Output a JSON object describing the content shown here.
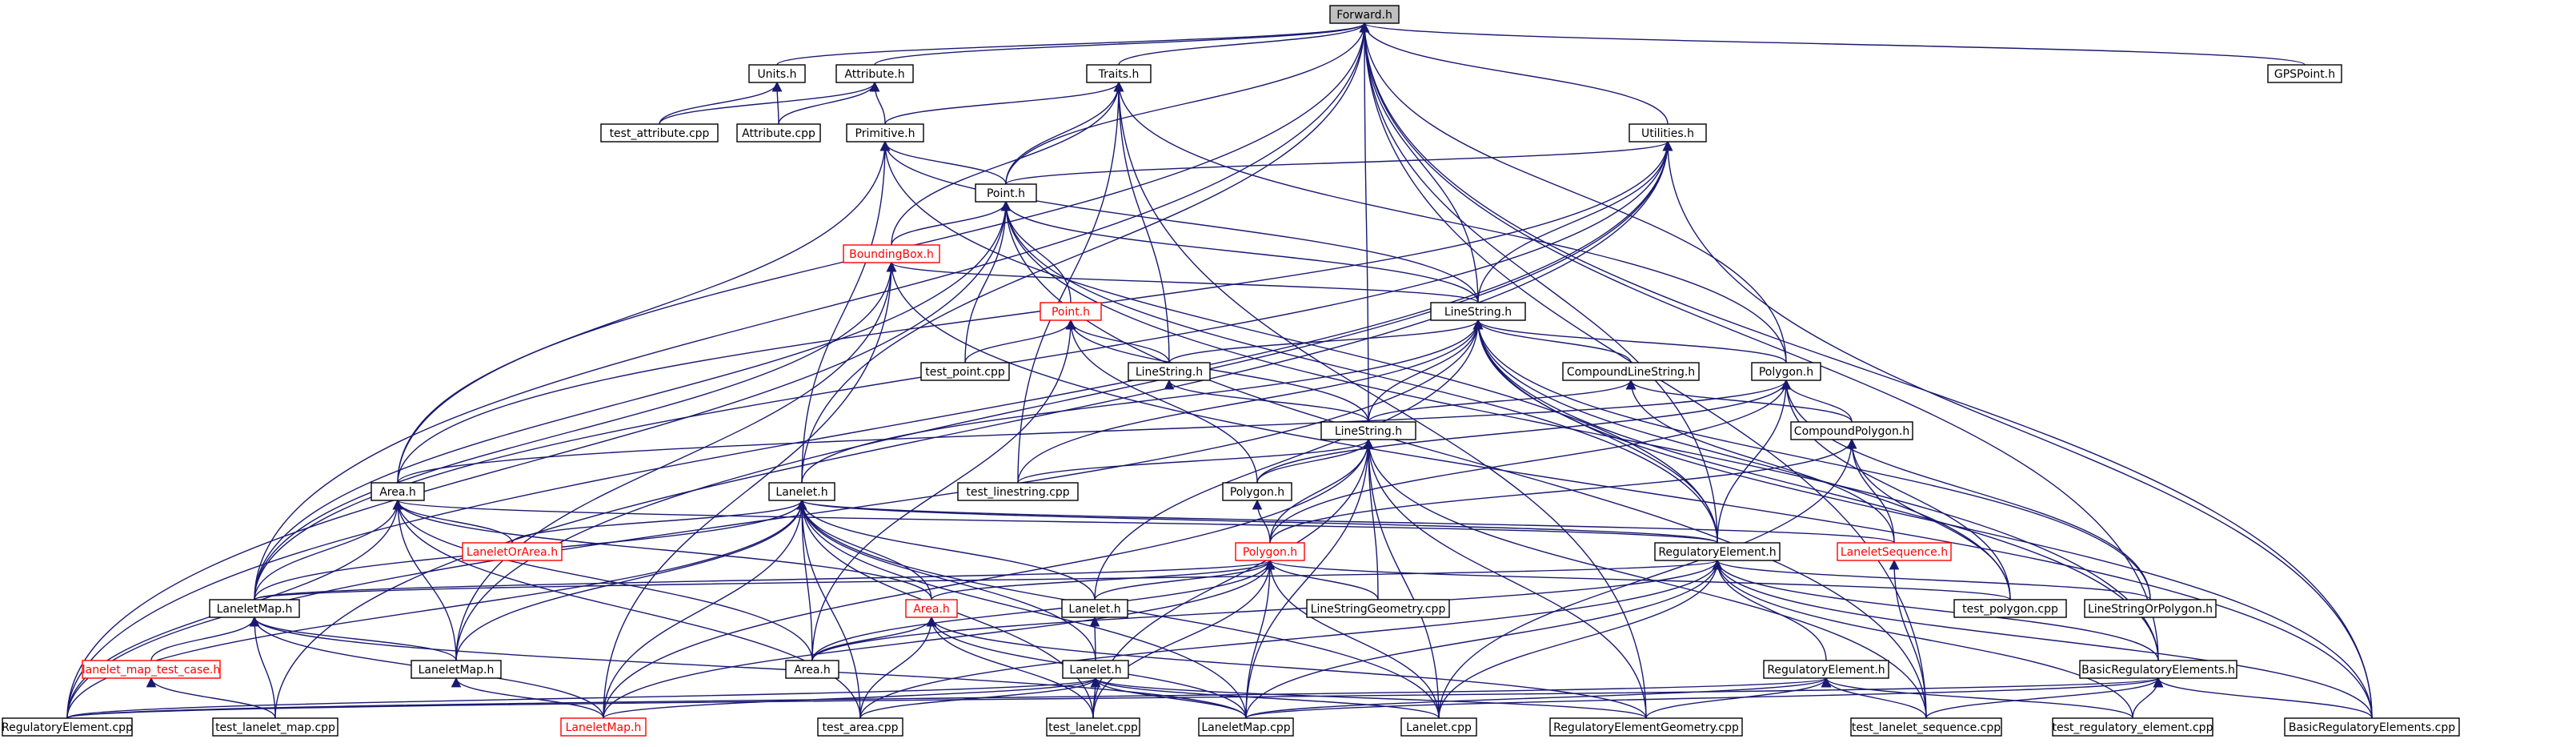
{
  "graph": {
    "nodes": [
      {
        "id": "forward_h",
        "label": "Forward.h",
        "focus": true
      },
      {
        "id": "units_h",
        "label": "Units.h"
      },
      {
        "id": "attribute_h",
        "label": "Attribute.h"
      },
      {
        "id": "traits_h",
        "label": "Traits.h"
      },
      {
        "id": "gpspoint_h",
        "label": "GPSPoint.h"
      },
      {
        "id": "test_attribute_cpp",
        "label": "test_attribute.cpp"
      },
      {
        "id": "attribute_cpp",
        "label": "Attribute.cpp"
      },
      {
        "id": "primitive_h",
        "label": "Primitive.h"
      },
      {
        "id": "utilities_h",
        "label": "Utilities.h"
      },
      {
        "id": "point_h",
        "label": "Point.h"
      },
      {
        "id": "boundingbox_h",
        "label": "BoundingBox.h",
        "red": true
      },
      {
        "id": "point_h_red",
        "label": "Point.h",
        "red": true
      },
      {
        "id": "linestring_h",
        "label": "LineString.h"
      },
      {
        "id": "test_point_cpp",
        "label": "test_point.cpp"
      },
      {
        "id": "linestring_h2",
        "label": "LineString.h"
      },
      {
        "id": "compoundlinestring_h",
        "label": "CompoundLineString.h"
      },
      {
        "id": "polygon_h",
        "label": "Polygon.h"
      },
      {
        "id": "linestring_h3",
        "label": "LineString.h"
      },
      {
        "id": "compoundpolygon_h",
        "label": "CompoundPolygon.h"
      },
      {
        "id": "test_linestring_cpp",
        "label": "test_linestring.cpp"
      },
      {
        "id": "polygon_h2",
        "label": "Polygon.h"
      },
      {
        "id": "area_h",
        "label": "Area.h"
      },
      {
        "id": "lanelet_h",
        "label": "Lanelet.h"
      },
      {
        "id": "laneletorarea_h",
        "label": "LaneletOrArea.h",
        "red": true
      },
      {
        "id": "regulatoryelement_h",
        "label": "RegulatoryElement.h"
      },
      {
        "id": "laneletsequence_h",
        "label": "LaneletSequence.h",
        "red": true
      },
      {
        "id": "polygon_h_red",
        "label": "Polygon.h",
        "red": true
      },
      {
        "id": "laneletmap_h",
        "label": "LaneletMap.h"
      },
      {
        "id": "area_h_red",
        "label": "Area.h",
        "red": true
      },
      {
        "id": "lanelet_h2",
        "label": "Lanelet.h"
      },
      {
        "id": "linestringgeometry_cpp",
        "label": "LineStringGeometry.cpp"
      },
      {
        "id": "test_polygon_cpp",
        "label": "test_polygon.cpp"
      },
      {
        "id": "linestringorpolygon_h",
        "label": "LineStringOrPolygon.h"
      },
      {
        "id": "lanelet_map_test_case_h",
        "label": "lanelet_map_test_case.h",
        "red": true
      },
      {
        "id": "laneletmap_h2",
        "label": "LaneletMap.h"
      },
      {
        "id": "area_h2",
        "label": "Area.h"
      },
      {
        "id": "lanelet_h3",
        "label": "Lanelet.h"
      },
      {
        "id": "regulatoryelement_h2",
        "label": "RegulatoryElement.h"
      },
      {
        "id": "basicregulatoryelements_h",
        "label": "BasicRegulatoryElements.h"
      },
      {
        "id": "regulatoryelement_cpp",
        "label": "RegulatoryElement.cpp"
      },
      {
        "id": "test_lanelet_map_cpp",
        "label": "test_lanelet_map.cpp"
      },
      {
        "id": "laneletmap_h_red",
        "label": "LaneletMap.h",
        "red": true
      },
      {
        "id": "test_area_cpp",
        "label": "test_area.cpp"
      },
      {
        "id": "test_lanelet_cpp",
        "label": "test_lanelet.cpp"
      },
      {
        "id": "laneletmap_cpp",
        "label": "LaneletMap.cpp"
      },
      {
        "id": "lanelet_cpp",
        "label": "Lanelet.cpp"
      },
      {
        "id": "regulatoryelementgeometry_cpp",
        "label": "RegulatoryElementGeometry.cpp"
      },
      {
        "id": "test_lanelet_sequence_cpp",
        "label": "test_lanelet_sequence.cpp"
      },
      {
        "id": "test_regulatory_element_cpp",
        "label": "test_regulatory_element.cpp"
      },
      {
        "id": "basicregulatoryelements_cpp",
        "label": "BasicRegulatoryElements.cpp"
      }
    ],
    "edges": [
      [
        "forward_h",
        "units_h"
      ],
      [
        "forward_h",
        "attribute_h"
      ],
      [
        "forward_h",
        "traits_h"
      ],
      [
        "forward_h",
        "gpspoint_h"
      ],
      [
        "forward_h",
        "utilities_h"
      ],
      [
        "forward_h",
        "point_h"
      ],
      [
        "forward_h",
        "linestring_h"
      ],
      [
        "forward_h",
        "polygon_h"
      ],
      [
        "forward_h",
        "linestring_h3"
      ],
      [
        "forward_h",
        "area_h"
      ],
      [
        "forward_h",
        "lanelet_h"
      ],
      [
        "forward_h",
        "regulatoryelement_h"
      ],
      [
        "forward_h",
        "laneletmap_h"
      ],
      [
        "forward_h",
        "basicregulatoryelements_h"
      ],
      [
        "forward_h",
        "test_lanelet_sequence_cpp"
      ],
      [
        "forward_h",
        "basicregulatoryelements_cpp"
      ],
      [
        "units_h",
        "test_attribute_cpp"
      ],
      [
        "units_h",
        "attribute_cpp"
      ],
      [
        "attribute_h",
        "test_attribute_cpp"
      ],
      [
        "attribute_h",
        "attribute_cpp"
      ],
      [
        "attribute_h",
        "primitive_h"
      ],
      [
        "traits_h",
        "primitive_h"
      ],
      [
        "traits_h",
        "point_h"
      ],
      [
        "traits_h",
        "boundingbox_h"
      ],
      [
        "traits_h",
        "linestring_h2"
      ],
      [
        "traits_h",
        "polygon_h"
      ],
      [
        "traits_h",
        "test_linestring_cpp"
      ],
      [
        "traits_h",
        "regulatoryelementgeometry_cpp"
      ],
      [
        "primitive_h",
        "point_h"
      ],
      [
        "primitive_h",
        "linestring_h"
      ],
      [
        "primitive_h",
        "area_h"
      ],
      [
        "primitive_h",
        "lanelet_h"
      ],
      [
        "primitive_h",
        "regulatoryelement_h"
      ],
      [
        "utilities_h",
        "point_h"
      ],
      [
        "utilities_h",
        "linestring_h"
      ],
      [
        "utilities_h",
        "area_h"
      ],
      [
        "utilities_h",
        "laneletmap_h"
      ],
      [
        "utilities_h",
        "laneletmap_h2"
      ],
      [
        "utilities_h",
        "test_lanelet_map_cpp"
      ],
      [
        "utilities_h",
        "basicregulatoryelements_cpp"
      ],
      [
        "utilities_h",
        "regulatoryelement_cpp"
      ],
      [
        "point_h",
        "boundingbox_h"
      ],
      [
        "point_h",
        "point_h_red"
      ],
      [
        "point_h",
        "linestring_h"
      ],
      [
        "point_h",
        "test_point_cpp"
      ],
      [
        "point_h",
        "regulatoryelement_h"
      ],
      [
        "point_h",
        "regulatoryelement_cpp"
      ],
      [
        "point_h",
        "laneletmap_h"
      ],
      [
        "point_h",
        "basicregulatoryelements_h"
      ],
      [
        "point_h",
        "test_lanelet_sequence_cpp"
      ],
      [
        "boundingbox_h",
        "linestring_h"
      ],
      [
        "boundingbox_h",
        "laneletmap_h_red"
      ],
      [
        "boundingbox_h",
        "laneletmap_h"
      ],
      [
        "boundingbox_h",
        "laneletmap_h2"
      ],
      [
        "boundingbox_h",
        "basicregulatoryelements_cpp"
      ],
      [
        "point_h_red",
        "test_point_cpp"
      ],
      [
        "point_h_red",
        "linestring_h2"
      ],
      [
        "point_h_red",
        "linestring_h3"
      ],
      [
        "point_h_red",
        "polygon_h2"
      ],
      [
        "point_h_red",
        "area_h2"
      ],
      [
        "linestring_h",
        "linestring_h2"
      ],
      [
        "linestring_h",
        "compoundlinestring_h"
      ],
      [
        "linestring_h",
        "polygon_h"
      ],
      [
        "linestring_h",
        "linestring_h3"
      ],
      [
        "linestring_h",
        "test_linestring_cpp"
      ],
      [
        "linestring_h",
        "lanelet_h"
      ],
      [
        "linestring_h",
        "regulatoryelement_h"
      ],
      [
        "linestring_h",
        "linestringorpolygon_h"
      ],
      [
        "linestring_h",
        "lanelet_h2"
      ],
      [
        "linestring_h",
        "basicregulatoryelements_h"
      ],
      [
        "linestring_h",
        "regulatoryelement_cpp"
      ],
      [
        "linestring_h",
        "test_polygon_cpp"
      ],
      [
        "linestring_h",
        "basicregulatoryelements_cpp"
      ],
      [
        "linestring_h2",
        "linestring_h3"
      ],
      [
        "compoundlinestring_h",
        "compoundpolygon_h"
      ],
      [
        "compoundlinestring_h",
        "linestring_h3"
      ],
      [
        "compoundlinestring_h",
        "laneletsequence_h"
      ],
      [
        "polygon_h",
        "compoundpolygon_h"
      ],
      [
        "polygon_h",
        "polygon_h2"
      ],
      [
        "polygon_h",
        "polygon_h_red"
      ],
      [
        "polygon_h",
        "area_h"
      ],
      [
        "polygon_h",
        "regulatoryelement_h"
      ],
      [
        "polygon_h",
        "test_polygon_cpp"
      ],
      [
        "polygon_h",
        "linestringorpolygon_h"
      ],
      [
        "linestring_h3",
        "test_linestring_cpp"
      ],
      [
        "linestring_h3",
        "polygon_h2"
      ],
      [
        "linestring_h3",
        "polygon_h_red"
      ],
      [
        "linestring_h3",
        "linestringgeometry_cpp"
      ],
      [
        "linestring_h3",
        "laneletmap_cpp"
      ],
      [
        "linestring_h3",
        "lanelet_cpp"
      ],
      [
        "linestring_h3",
        "regulatoryelementgeometry_cpp"
      ],
      [
        "linestring_h3",
        "test_lanelet_cpp"
      ],
      [
        "linestring_h3",
        "test_lanelet_sequence_cpp"
      ],
      [
        "linestring_h3",
        "laneletmap_h_red"
      ],
      [
        "compoundpolygon_h",
        "polygon_h_red"
      ],
      [
        "compoundpolygon_h",
        "laneletsequence_h"
      ],
      [
        "compoundpolygon_h",
        "test_polygon_cpp"
      ],
      [
        "compoundpolygon_h",
        "lanelet_cpp"
      ],
      [
        "polygon_h2",
        "polygon_h_red"
      ],
      [
        "area_h",
        "laneletorarea_h"
      ],
      [
        "area_h",
        "regulatoryelement_h"
      ],
      [
        "area_h",
        "laneletmap_h"
      ],
      [
        "area_h",
        "laneletmap_h2"
      ],
      [
        "area_h",
        "area_h_red"
      ],
      [
        "area_h",
        "area_h2"
      ],
      [
        "area_h",
        "regulatoryelement_cpp"
      ],
      [
        "area_h",
        "test_area_cpp"
      ],
      [
        "lanelet_h",
        "laneletorarea_h"
      ],
      [
        "lanelet_h",
        "regulatoryelement_h"
      ],
      [
        "lanelet_h",
        "laneletsequence_h"
      ],
      [
        "lanelet_h",
        "laneletmap_h"
      ],
      [
        "lanelet_h",
        "laneletmap_h2"
      ],
      [
        "lanelet_h",
        "area_h_red"
      ],
      [
        "lanelet_h",
        "lanelet_h2"
      ],
      [
        "lanelet_h",
        "lanelet_h3"
      ],
      [
        "lanelet_h",
        "area_h2"
      ],
      [
        "lanelet_h",
        "regulatoryelement_cpp"
      ],
      [
        "lanelet_h",
        "test_area_cpp"
      ],
      [
        "lanelet_h",
        "test_lanelet_cpp"
      ],
      [
        "lanelet_h",
        "lanelet_cpp"
      ],
      [
        "lanelet_h",
        "laneletmap_cpp"
      ],
      [
        "lanelet_h",
        "laneletmap_h_red"
      ],
      [
        "regulatoryelement_h",
        "laneletmap_h"
      ],
      [
        "regulatoryelement_h",
        "linestringorpolygon_h"
      ],
      [
        "regulatoryelement_h",
        "regulatoryelement_h2"
      ],
      [
        "regulatoryelement_h",
        "basicregulatoryelements_h"
      ],
      [
        "regulatoryelement_h",
        "area_h2"
      ],
      [
        "regulatoryelement_h",
        "lanelet_cpp"
      ],
      [
        "regulatoryelement_h",
        "laneletmap_cpp"
      ],
      [
        "regulatoryelement_h",
        "test_area_cpp"
      ],
      [
        "regulatoryelement_h",
        "test_regulatory_element_cpp"
      ],
      [
        "regulatoryelement_h",
        "basicregulatoryelements_cpp"
      ],
      [
        "laneletsequence_h",
        "test_lanelet_sequence_cpp"
      ],
      [
        "polygon_h_red",
        "linestringgeometry_cpp"
      ],
      [
        "polygon_h_red",
        "test_polygon_cpp"
      ],
      [
        "polygon_h_red",
        "lanelet_h2"
      ],
      [
        "polygon_h_red",
        "area_h_red"
      ],
      [
        "polygon_h_red",
        "area_h2"
      ],
      [
        "polygon_h_red",
        "laneletmap_cpp"
      ],
      [
        "polygon_h_red",
        "lanelet_cpp"
      ],
      [
        "polygon_h_red",
        "test_lanelet_cpp"
      ],
      [
        "polygon_h_red",
        "laneletmap_h"
      ],
      [
        "polygon_h_red",
        "laneletmap_h_red"
      ],
      [
        "laneletmap_h",
        "lanelet_map_test_case_h"
      ],
      [
        "laneletmap_h",
        "laneletmap_h2"
      ],
      [
        "laneletmap_h",
        "test_lanelet_map_cpp"
      ],
      [
        "laneletmap_h",
        "laneletmap_h_red"
      ],
      [
        "laneletmap_h",
        "laneletmap_cpp"
      ],
      [
        "area_h_red",
        "area_h2"
      ],
      [
        "area_h_red",
        "test_area_cpp"
      ],
      [
        "area_h_red",
        "test_lanelet_cpp"
      ],
      [
        "area_h_red",
        "laneletmap_cpp"
      ],
      [
        "area_h_red",
        "regulatoryelementgeometry_cpp"
      ],
      [
        "lanelet_h2",
        "lanelet_h3"
      ],
      [
        "lanelet_map_test_case_h",
        "test_lanelet_map_cpp"
      ],
      [
        "laneletmap_h2",
        "laneletmap_h_red"
      ],
      [
        "lanelet_h3",
        "regulatoryelement_cpp"
      ],
      [
        "lanelet_h3",
        "test_area_cpp"
      ],
      [
        "lanelet_h3",
        "test_lanelet_cpp"
      ],
      [
        "lanelet_h3",
        "laneletmap_cpp"
      ],
      [
        "lanelet_h3",
        "lanelet_cpp"
      ],
      [
        "lanelet_h3",
        "regulatoryelementgeometry_cpp"
      ],
      [
        "lanelet_h3",
        "laneletmap_h_red"
      ],
      [
        "regulatoryelement_h2",
        "regulatoryelement_cpp"
      ],
      [
        "regulatoryelement_h2",
        "regulatoryelementgeometry_cpp"
      ],
      [
        "regulatoryelement_h2",
        "test_lanelet_sequence_cpp"
      ],
      [
        "regulatoryelement_h2",
        "test_regulatory_element_cpp"
      ],
      [
        "regulatoryelement_h2",
        "laneletmap_cpp"
      ],
      [
        "basicregulatoryelements_h",
        "regulatoryelement_cpp"
      ],
      [
        "basicregulatoryelements_h",
        "laneletmap_cpp"
      ],
      [
        "basicregulatoryelements_h",
        "test_lanelet_sequence_cpp"
      ],
      [
        "basicregulatoryelements_h",
        "test_regulatory_element_cpp"
      ],
      [
        "basicregulatoryelements_h",
        "basicregulatoryelements_cpp"
      ]
    ]
  }
}
